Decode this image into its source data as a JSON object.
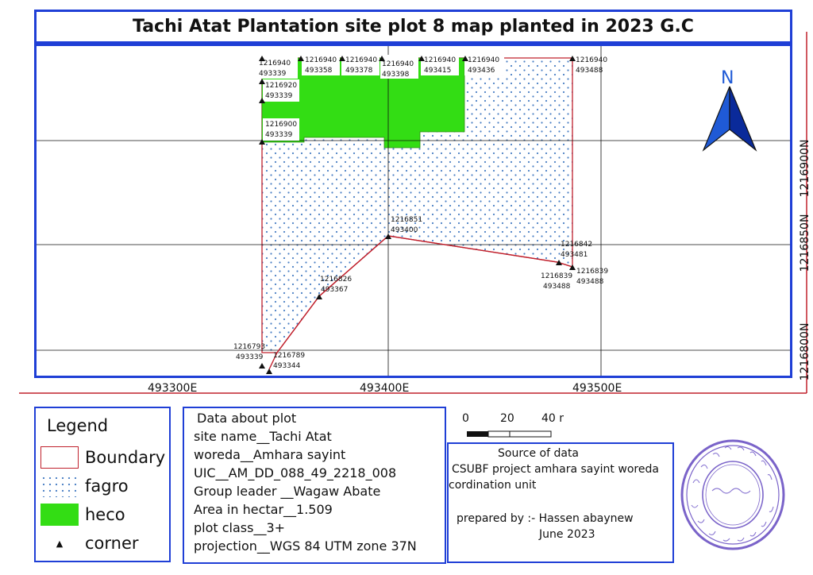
{
  "title": "Tachi Atat Plantation site plot 8 map planted in 2023 G.C",
  "map": {
    "north_label": "N",
    "x_ticks": [
      "493300E",
      "493400E",
      "493500E"
    ],
    "y_ticks": [
      "1216900N",
      "1216850N",
      "1216800N"
    ],
    "corner_labels": [
      {
        "n": "1216940",
        "e": "493339"
      },
      {
        "n": "1216940",
        "e": "493358"
      },
      {
        "n": "1216940",
        "e": "493378"
      },
      {
        "n": "1216940",
        "e": "493398"
      },
      {
        "n": "1216940",
        "e": "493415"
      },
      {
        "n": "1216940",
        "e": "493436"
      },
      {
        "n": "1216940",
        "e": "493488"
      },
      {
        "n": "1216920",
        "e": "493339"
      },
      {
        "n": "1216900",
        "e": "493339"
      },
      {
        "n": "1216851",
        "e": "493400"
      },
      {
        "n": "1216842",
        "e": "493481"
      },
      {
        "n": "1216839",
        "e": "493488"
      },
      {
        "n": "1216839",
        "e": "493488"
      },
      {
        "n": "1216826",
        "e": "493367"
      },
      {
        "n": "1216793",
        "e": "493339"
      },
      {
        "n": "1216789",
        "e": "493344"
      }
    ]
  },
  "legend": {
    "title": "Legend",
    "items": [
      {
        "label": "Boundary"
      },
      {
        "label": "fagro"
      },
      {
        "label": "heco"
      },
      {
        "label": "corner"
      }
    ]
  },
  "plot_info": {
    "heading": "Data about plot",
    "lines": [
      "site name__Tachi Atat",
      "woreda__Amhara sayint",
      "UIC__AM_DD_088_49_2218_008",
      "Group leader __Wagaw Abate",
      "Area in hectar__1.509",
      "plot class__3+",
      "projection__WGS 84 UTM zone 37N"
    ]
  },
  "scale": {
    "labels": [
      "0",
      "20",
      "40 m"
    ]
  },
  "source": {
    "heading": "Source of data",
    "line1": "CSUBF project amhara sayint woreda",
    "line2": "cordination unit",
    "prepared": "prepared by :- Hassen abaynew",
    "date": "June 2023"
  },
  "colors": {
    "frame": "#1f3fd6",
    "boundary": "#c0202c",
    "heco": "#33dd14",
    "fagro_dots": "#4a7fc4",
    "stamp": "#7a63c9"
  }
}
